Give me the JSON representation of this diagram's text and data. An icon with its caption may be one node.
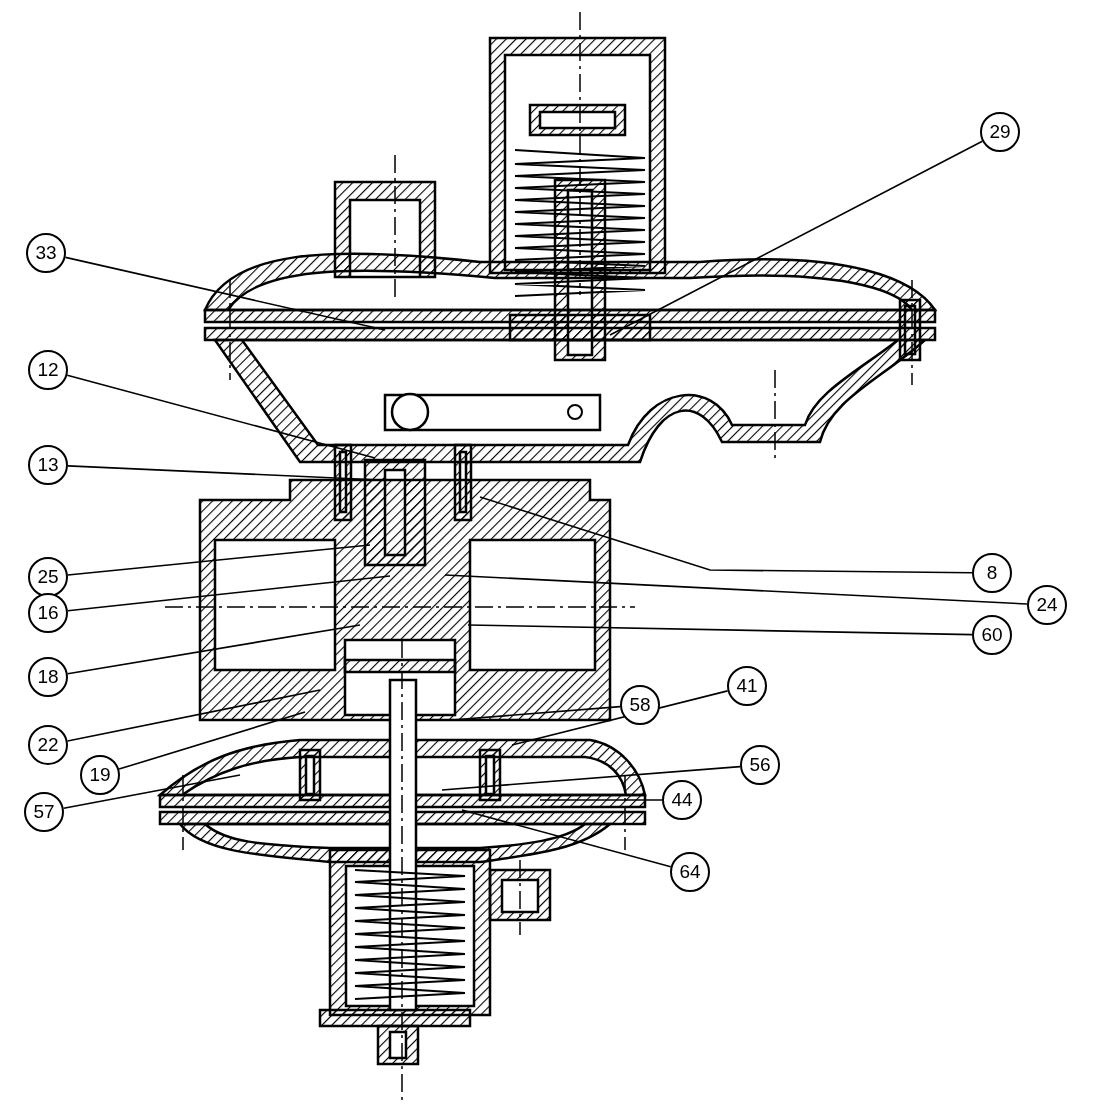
{
  "diagram": {
    "nodes": [
      {
        "text": [
          "29"
        ]
      },
      {
        "text": [
          "33"
        ]
      },
      {
        "text": [
          "12"
        ]
      },
      {
        "text": [
          "13"
        ]
      },
      {
        "text": [
          "8"
        ]
      },
      {
        "text": [
          "25"
        ]
      },
      {
        "text": [
          "24"
        ]
      },
      {
        "text": [
          "16"
        ]
      },
      {
        "text": [
          "60"
        ]
      },
      {
        "text": [
          "18"
        ]
      },
      {
        "text": [
          "41"
        ]
      },
      {
        "text": [
          "58"
        ]
      },
      {
        "text": [
          "22"
        ]
      },
      {
        "text": [
          "56"
        ]
      },
      {
        "text": [
          "19"
        ]
      },
      {
        "text": [
          "44"
        ]
      },
      {
        "text": [
          "57"
        ]
      },
      {
        "text": [
          "64"
        ]
      }
    ],
    "edges": [
      {
        "from": 0,
        "to": null,
        "arrow": "none"
      },
      {
        "from": 1,
        "to": null,
        "arrow": "none"
      },
      {
        "from": 2,
        "to": null,
        "arrow": "none"
      },
      {
        "from": 3,
        "to": null,
        "arrow": "none"
      },
      {
        "from": 4,
        "to": null,
        "arrow": "none"
      },
      {
        "from": 5,
        "to": null,
        "arrow": "none"
      },
      {
        "from": 6,
        "to": null,
        "arrow": "none"
      },
      {
        "from": 7,
        "to": null,
        "arrow": "none"
      },
      {
        "from": 8,
        "to": null,
        "arrow": "none"
      },
      {
        "from": 9,
        "to": null,
        "arrow": "none"
      },
      {
        "from": 10,
        "to": null,
        "arrow": "none"
      },
      {
        "from": 11,
        "to": null,
        "arrow": "none"
      },
      {
        "from": 12,
        "to": null,
        "arrow": "none"
      },
      {
        "from": 13,
        "to": null,
        "arrow": "none"
      },
      {
        "from": 14,
        "to": null,
        "arrow": "none"
      },
      {
        "from": 15,
        "to": null,
        "arrow": "none"
      },
      {
        "from": 16,
        "to": null,
        "arrow": "none"
      },
      {
        "from": 17,
        "to": null,
        "arrow": "none"
      }
    ]
  }
}
